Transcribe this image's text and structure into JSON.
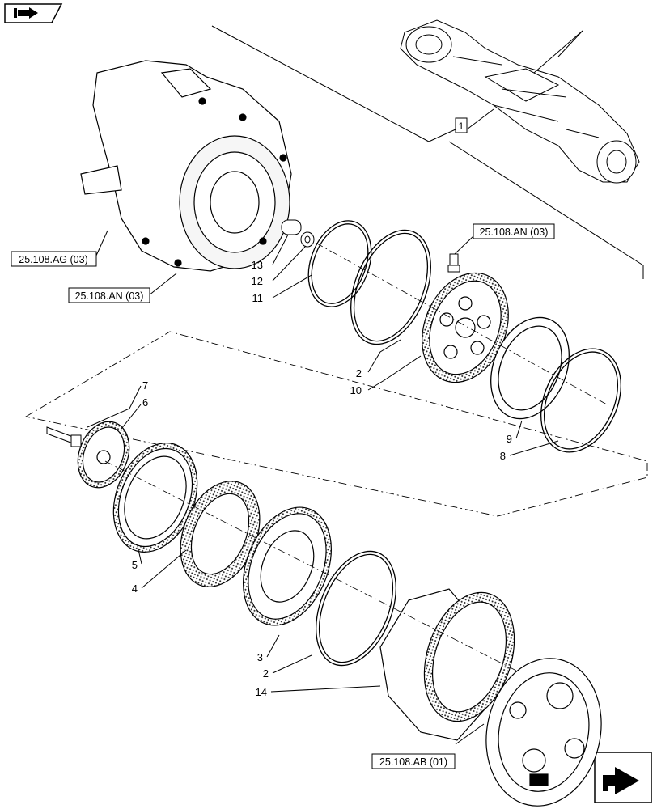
{
  "references": {
    "ag03": "25.108.AG (03)",
    "an03_left": "25.108.AN (03)",
    "an03_right": "25.108.AN (03)",
    "ab01": "25.108.AB (01)",
    "assembly": "1"
  },
  "callouts": {
    "c2a": "2",
    "c2b": "2",
    "c3": "3",
    "c4": "4",
    "c5": "5",
    "c6": "6",
    "c7": "7",
    "c8": "8",
    "c9": "9",
    "c10": "10",
    "c11": "11",
    "c12": "12",
    "c13": "13",
    "c14": "14"
  },
  "icons": {
    "top_left": "book-arrow-icon",
    "bottom_right": "next-page-arrow-icon"
  }
}
